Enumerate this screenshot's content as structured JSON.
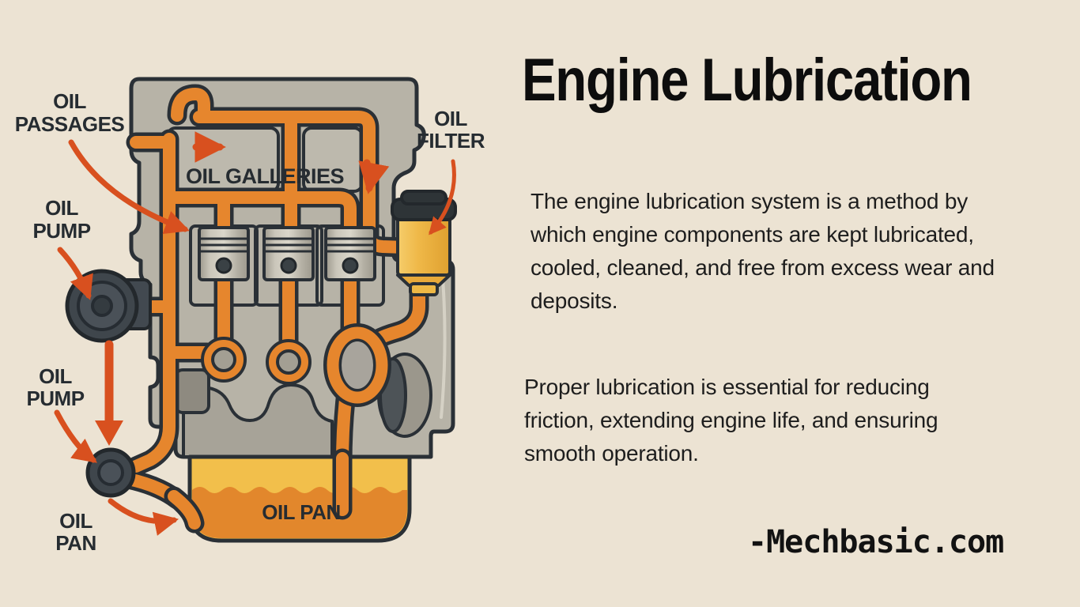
{
  "colors": {
    "background": "#ece3d3",
    "block_gray": "#b7b3a7",
    "block_panel": "#bdb9ad",
    "outline": "#2a3036",
    "pipe_orange": "#e6862d",
    "arrow_red": "#d8501f",
    "filter_gold": "#eeb347",
    "pan_yellow": "#f2bf4b",
    "pan_oil": "#e2872c",
    "metal_gray": "#a7a398",
    "dark_part": "#424950",
    "label_dark": "#262c31",
    "text_dark": "#1d1d1d"
  },
  "diagram": {
    "labels": {
      "oil_passages": [
        "OIL",
        "PASSAGES"
      ],
      "oil_pump_upper": [
        "OIL",
        "PUMP"
      ],
      "oil_pump_lower": [
        "OIL",
        "PUMP"
      ],
      "oil_pan_side": [
        "OIL",
        "PAN"
      ],
      "oil_galleries": "OIL GALLERIES",
      "oil_filter": [
        "OIL",
        "FILTER"
      ],
      "oil_pan_inner": "OIL PAN"
    }
  },
  "content": {
    "title": "Engine Lubrication",
    "paragraph1_lines": [
      "The engine lubrication system is a method by",
      "which engine components are kept lubricated,",
      "cooled, cleaned, and free from excess wear and",
      "deposits."
    ],
    "paragraph2_lines": [
      "Proper lubrication is essential for reducing",
      "friction, extending engine life, and ensuring",
      "smooth operation."
    ],
    "attribution": "-Mechbasic.com"
  }
}
